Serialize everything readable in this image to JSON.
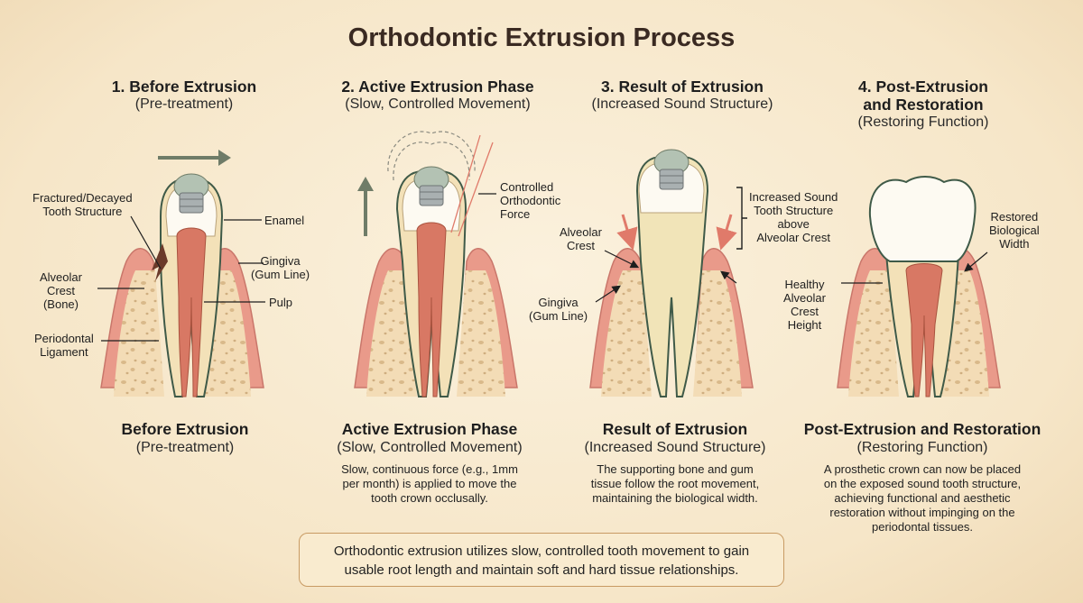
{
  "title": "Orthodontic Extrusion Process",
  "stages": [
    {
      "heading": "1. Before Extrusion",
      "subheading": "(Pre-treatment)",
      "caption_title": "Before Extrusion",
      "caption_sub": "(Pre-treatment)",
      "description": "",
      "labels": {
        "fractured": "Fractured/Decayed\nTooth Structure",
        "enamel": "Enamel",
        "gingiva": "Gingiva\n(Gum Line)",
        "alveolar": "Alveolar\nCrest\n(Bone)",
        "pulp": "Pulp",
        "ligament": "Periodontal\nLigament"
      }
    },
    {
      "heading": "2. Active Extrusion Phase",
      "subheading": "(Slow, Controlled Movement)",
      "caption_title": "Active Extrusion Phase",
      "caption_sub": "(Slow, Controlled Movement)",
      "description": "Slow, continuous force (e.g., 1mm\nper month) is applied to move the\ntooth crown occlusally.",
      "labels": {
        "force": "Controlled\nOrthodontic\nForce"
      }
    },
    {
      "heading": "3. Result of Extrusion",
      "subheading": "(Increased Sound Structure)",
      "caption_title": "Result of Extrusion",
      "caption_sub": "(Increased Sound Structure)",
      "description": "The supporting bone and gum\ntissue follow the root movement,\nmaintaining the biological width.",
      "labels": {
        "alveolar": "Alveolar\nCrest",
        "gingiva": "Gingiva\n(Gum Line)",
        "increased": "Increased Sound\nTooth Structure\nabove\nAlveolar Crest"
      }
    },
    {
      "heading": "4. Post-Extrusion\nand Restoration",
      "subheading": "(Restoring Function)",
      "caption_title": "Post-Extrusion and Restoration",
      "caption_sub": "(Restoring Function)",
      "description": "A prosthetic crown can now be placed\non the exposed sound tooth structure,\nachieving functional and aesthetic\nrestoration without impinging on the\nperiodontal tissues.",
      "labels": {
        "restored": "Restored\nBiological\nWidth",
        "healthy": "Healthy\nAlveolar\nCrest\nHeight"
      }
    }
  ],
  "summary": "Orthodontic extrusion utilizes slow, controlled tooth movement to gain\nusable root length and maintain soft and hard tissue relationships.",
  "colors": {
    "gum": "#e99a8a",
    "bone": "#f3dcb6",
    "enamel": "#fdfaf2",
    "dentin": "#f3e1b8",
    "pulp": "#d87864",
    "bracket": "#a9b0b1",
    "arrow": "#6f7c68"
  }
}
